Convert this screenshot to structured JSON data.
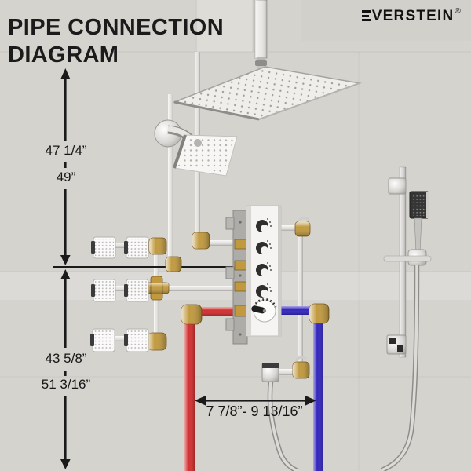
{
  "header": {
    "title_line1": "PIPE CONNECTION",
    "title_line2": "DIAGRAM"
  },
  "logo": {
    "brand_rest": "VERSTEIN",
    "registered_mark": "®"
  },
  "dimensions": {
    "upper_vertical": {
      "labels": [
        "47 1/4”",
        "49”"
      ]
    },
    "lower_vertical": {
      "labels": [
        "43 5/8”",
        "51 3/16”"
      ]
    },
    "horizontal": {
      "label": "7 7/8”- 9 13/16”"
    }
  },
  "colors": {
    "ink": "#1a1a1a",
    "hot_pipe": "#d23030",
    "cold_pipe": "#3326bd",
    "brass": "#c19a3f",
    "pipe_chrome": "#e7e5e2",
    "wall": "#d5d3ce"
  }
}
